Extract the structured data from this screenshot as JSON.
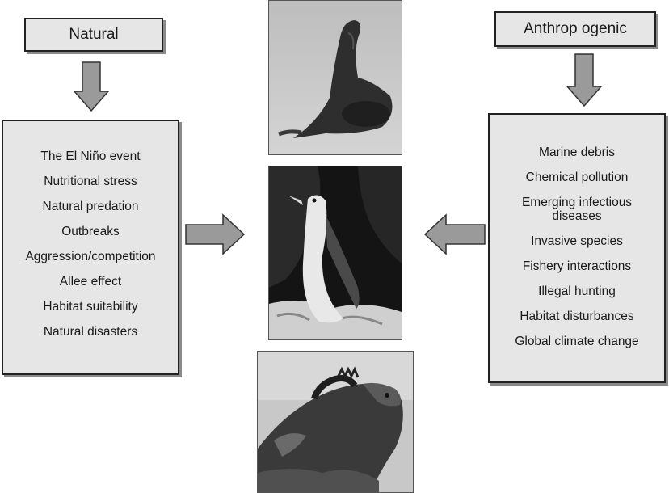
{
  "natural": {
    "title": "Natural",
    "factors": [
      "The El Niño event",
      "Nutritional stress",
      "Natural predation",
      "Outbreaks",
      "Aggression/competition",
      "Allee effect",
      "Habitat suitability",
      "Natural disasters"
    ]
  },
  "anthropogenic": {
    "title": "Anthrop ogenic",
    "factors": [
      "Marine debris",
      "Chemical pollution",
      "Emerging infectious diseases",
      "Invasive species",
      "Fishery interactions",
      "Illegal hunting",
      "Habitat disturbances",
      "Global climate change"
    ]
  },
  "photos": [
    "sea-lion-photo",
    "penguin-photo",
    "marine-iguana-photo"
  ]
}
